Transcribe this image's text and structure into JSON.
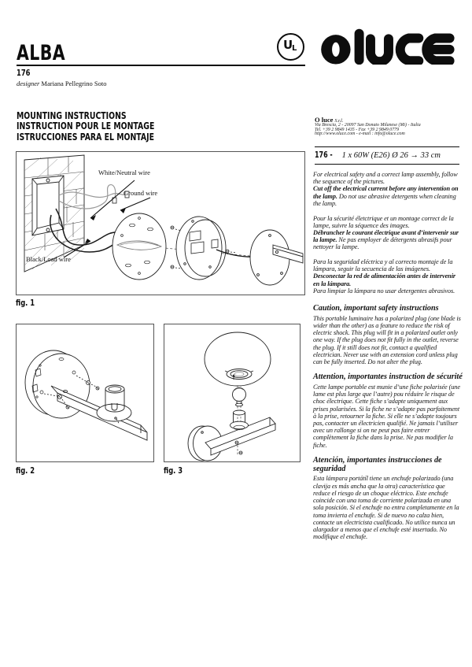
{
  "header": {
    "product": "ALBA",
    "model": "176",
    "designer_label": "designer",
    "designer_name": "Mariana Pellegrino Soto",
    "ul": {
      "u": "U",
      "l": "L"
    },
    "brand_logo": "o luce"
  },
  "titles": {
    "en": "MOUNTING INSTRUCTIONS",
    "fr": "INSTRUCTION POUR LE MONTAGE",
    "es": "ISTRUCCIONES PARA EL MONTAJE"
  },
  "company": {
    "name": "O luce",
    "suffix": "S.r.l.",
    "address": "Via Brescia, 2 - 20097 San Donato Milanese (Mi) - Italia",
    "phone": "Tel. +39 2 9849 1435 - Fax +39 2 9849 0779",
    "web": "http://www.oluce.com - e-mail : info@oluce.com"
  },
  "spec": {
    "model": "176 -",
    "description": "1 x 60W (E26) Ø 26 → 33 cm"
  },
  "intro": {
    "en": {
      "pre": "For electrical safety and a correct lamp assembly, follow the sequence of the pictures.",
      "bold": "Cut off the electrical current before any intervention on the lamp. ",
      "post": "Do not use abrasive detergents when cleaning the lamp."
    },
    "fr": {
      "pre": "Pour la sécurité életctrique et un montage correct de la lampe, suivre la séquence des images.",
      "bold": "Débrancher le courant électrique avant d’intervenir sur la lampe. ",
      "post": "Ne pas employer de détergents abrasifs pour nettoyer la lampe."
    },
    "es": {
      "pre": "Para la seguridad eléctrica y al correcto montaje de la lámpara, seguir la secuencia de las imágenes.",
      "bold": "Desconectar la red de alimentación antes de intervenir en la lámpara.",
      "post": "Para limpiar la  lámpara no usar detergentes abrasivos."
    }
  },
  "safety": {
    "en": {
      "heading": "Caution, important safety instructions",
      "body": "This portable luminaire has a polarized plug (one blade is wider than the other) as a feature to reduce the risk of electric shock. This plug will fit in a polarized outlet only one way. If the plug does not fit fully in the outlet, reverse the plug. If it still does not fit, contact a qualified electrician. Never use with an extension cord unless plug can be fully inserted. Do not alter the plug."
    },
    "fr": {
      "heading": "Attention, importantes instruction de sécurité",
      "body": "Cette lampe portable est munie d’une fiche polarisée (une lame est plus large que l’autre) pou réduire le risque de choc électrique. Cette fiche s’adapte uniquement aux prises polarisées. Si la fiche ne s’adapte pas parfaitement à la prise, retourner la fiche. Si elle ne s’adapte toujours pas, contacter un électricien qualifié. Ne jamais l’utiliser avec un rallonge si on ne peut pas faire entrer complètement la fiche dans la prise. Ne pas modifier la fiche."
    },
    "es": {
      "heading": "Atención, importantes instrucciones de seguridad",
      "body": "Esta lámpara portátíl tiene un enchufe polarizado (una clavija es más ancha que la otra) característica que reduce el riesgo de un choque eléctrico. Este enchufe coincide con una toma de corriente polarizada en una sola posición. Si el enchufe no entra completamente en la toma invierta el enchufe. Si de nuevo no calza bien, contacte un electricista cualificado. No utilice nunca un alargador a menos que el enchufe esté insertado. No modifique el enchufe."
    }
  },
  "figures": {
    "fig1": {
      "label": "fig. 1",
      "wire_labels": {
        "white": "White/Neutral wire",
        "ground": "Ground wire",
        "black": "Black/Load wire"
      }
    },
    "fig2": {
      "label": "fig. 2"
    },
    "fig3": {
      "label": "fig. 3"
    }
  }
}
